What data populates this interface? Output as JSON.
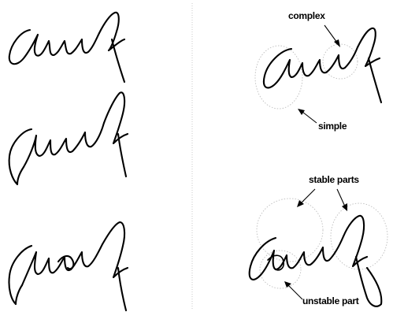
{
  "annotations": {
    "complex": "complex",
    "simple": "simple",
    "stable_parts": "stable parts",
    "unstable_part": "unstable part"
  },
  "colors": {
    "ink": "#000000",
    "region_outline": "#bdbdbd",
    "background": "#ffffff"
  },
  "panels": {
    "left": "three handwritten signature samples",
    "right": "annotated signature samples"
  }
}
